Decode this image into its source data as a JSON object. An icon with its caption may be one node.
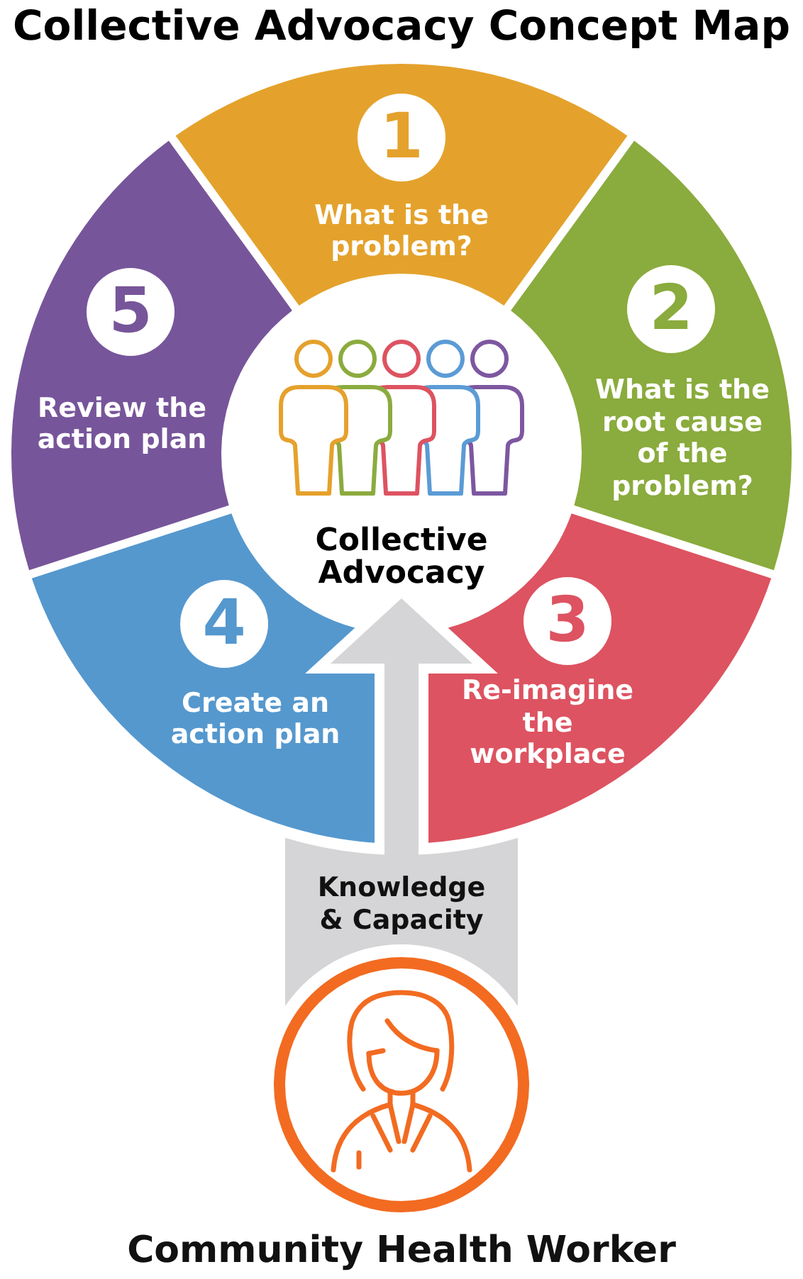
{
  "diagram": {
    "title": "Collective Advocacy Concept Map",
    "nodes": [
      {
        "text": [
          "1",
          "What is the problem?"
        ]
      },
      {
        "text": [
          "2",
          "What is the root cause of the problem?"
        ]
      },
      {
        "text": [
          "3",
          "Re-imagine the workplace"
        ]
      },
      {
        "text": [
          "4",
          "Create an action plan"
        ]
      },
      {
        "text": [
          "5",
          "Review the action plan"
        ]
      },
      {
        "text": [
          "Collective Advocacy"
        ]
      },
      {
        "text": [
          "Community Health Worker"
        ]
      }
    ],
    "edges": [
      {
        "from": 6,
        "to": 5,
        "arrow": "to",
        "label": "Knowledge & Capacity"
      }
    ]
  }
}
